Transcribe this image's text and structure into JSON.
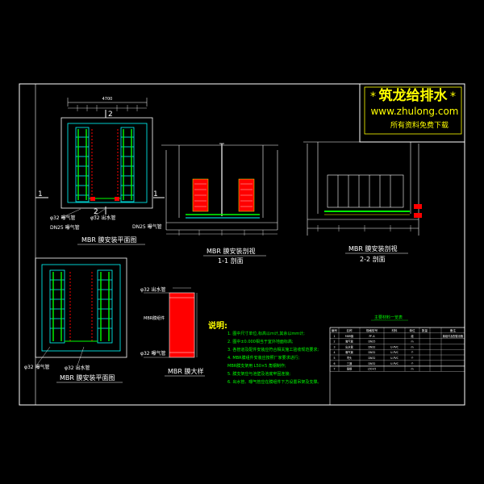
{
  "logo": {
    "title": "筑龙给排水",
    "url": "www.zhulong.com",
    "slogan": "所有资料免费下载",
    "star": "*"
  },
  "plan_top": {
    "caption": "MBR 膜安装平面图",
    "section_mark_top": "2",
    "section_mark_bottom": "2",
    "section_mark_left": "1",
    "section_mark_right": "1",
    "pipe_label_1": "φ32 曝气管",
    "pipe_label_2": "φ32 出水管",
    "pipe_label_3": "DN25 曝气管",
    "pipe_label_4": "DN25 曝气管",
    "dim_top": "4700"
  },
  "section_11": {
    "caption": "MBR 膜安装剖视",
    "sub": "1-1 剖面"
  },
  "section_22": {
    "caption": "MBR 膜安装剖视",
    "sub": "2-2 剖面"
  },
  "plan_bottom": {
    "caption": "MBR 膜安装平面图",
    "pipe_label_1": "φ32 曝气管",
    "pipe_label_2": "φ32 出水管"
  },
  "module": {
    "caption": "MBR 膜大样",
    "label_top": "φ32 出水管",
    "label_mid": "MBR膜组件",
    "label_bottom": "φ32 曝气管"
  },
  "notes": {
    "title": "说明:",
    "items": [
      "1. 图中尺寸单位,标高以m计,其余以mm计;",
      "2. 图中±0.000相当于室外地面标高;",
      "3. 各管道及配件安装应符合相关施工验收规范要求;",
      "4. MBR膜组件安装应按照厂家要求进行;",
      "   MBR膜支架用 L50×5 角钢制作;",
      "5. 膜支架应与池壁及池底牢固连接;",
      "6. 出水管、曝气管应在膜组件下方设置吊架及支撑。"
    ]
  },
  "table": {
    "title": "主要材料一览表",
    "headers": [
      "编号",
      "名称",
      "规格型号",
      "材料",
      "单位",
      "数量",
      "备注"
    ],
    "rows": [
      [
        "1",
        "MBR膜",
        "PF-A",
        "",
        "组",
        "",
        "膜组件及配套设备"
      ],
      [
        "2",
        "曝气管",
        "DN25",
        "",
        "m",
        "",
        ""
      ],
      [
        "3",
        "出水管",
        "DN32",
        "U-PVC",
        "m",
        "",
        ""
      ],
      [
        "4",
        "曝气管",
        "DN32",
        "U-PVC",
        "个",
        "",
        ""
      ],
      [
        "5",
        "弯头",
        "DN32",
        "U-PVC",
        "个",
        "",
        ""
      ],
      [
        "6",
        "三通",
        "DN32",
        "U-PVC",
        "个",
        "",
        ""
      ],
      [
        "7",
        "角钢",
        "L50×5",
        "",
        "m",
        "",
        ""
      ]
    ]
  }
}
